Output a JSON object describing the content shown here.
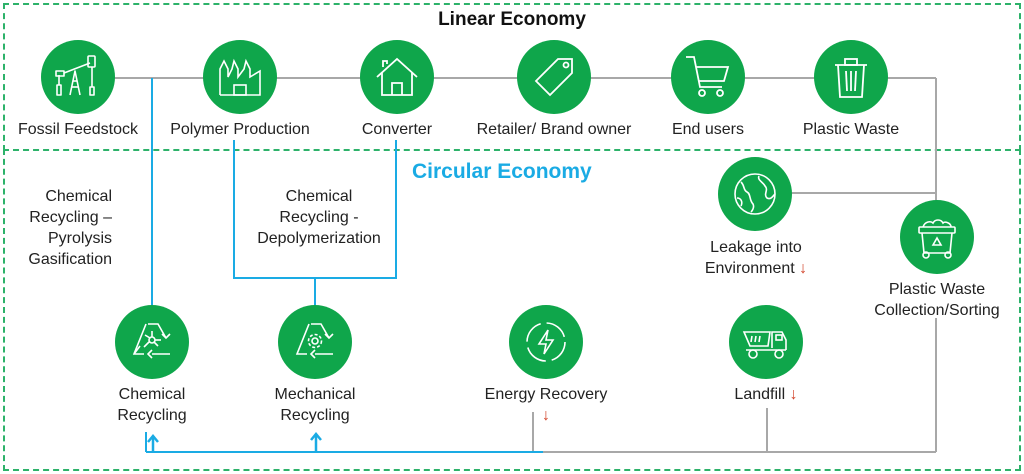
{
  "linear_economy": {
    "title": "Linear Economy",
    "nodes": [
      {
        "id": "fossil-feedstock",
        "label": "Fossil Feedstock",
        "icon": "oil-pump-icon"
      },
      {
        "id": "polymer-production",
        "label": "Polymer Production",
        "icon": "factory-icon"
      },
      {
        "id": "converter",
        "label": "Converter",
        "icon": "house-icon"
      },
      {
        "id": "retailer",
        "label": "Retailer/ Brand owner",
        "icon": "price-tag-icon"
      },
      {
        "id": "end-users",
        "label": "End users",
        "icon": "shopping-cart-icon"
      },
      {
        "id": "plastic-waste",
        "label": "Plastic Waste",
        "icon": "trash-bin-icon"
      }
    ]
  },
  "circular_economy": {
    "title": "Circular Economy",
    "notes": {
      "pyrolysis": [
        "Chemical",
        "Recycling –",
        "Pyrolysis",
        "Gasification"
      ],
      "depolymerization": [
        "Chemical",
        "Recycling -",
        "Depolymerization"
      ]
    },
    "nodes": [
      {
        "id": "leakage",
        "label_lines": [
          "Leakage into",
          "Environment"
        ],
        "icon": "globe-icon",
        "trend": "down"
      },
      {
        "id": "collection",
        "label_lines": [
          "Plastic Waste",
          "Collection/Sorting"
        ],
        "icon": "recycling-bin-icon"
      },
      {
        "id": "chemical-recycling",
        "label_lines": [
          "Chemical",
          "Recycling"
        ],
        "icon": "chemical-recycle-icon"
      },
      {
        "id": "mechanical-recycling",
        "label_lines": [
          "Mechanical",
          "Recycling"
        ],
        "icon": "mechanical-recycle-icon"
      },
      {
        "id": "energy-recovery",
        "label_lines": [
          "Energy Recovery"
        ],
        "icon": "energy-cycle-icon",
        "trend": "down"
      },
      {
        "id": "landfill",
        "label_lines": [
          "Landfill"
        ],
        "icon": "dump-truck-icon",
        "trend": "down"
      }
    ],
    "trend_symbol": "↓",
    "up_symbol": "↑"
  },
  "colors": {
    "node_green": "#0fa64b",
    "frame_green": "#2db26a",
    "circular_blue": "#1aabe4",
    "line_gray": "#a8a8a8",
    "trend_red": "#d2432a"
  }
}
